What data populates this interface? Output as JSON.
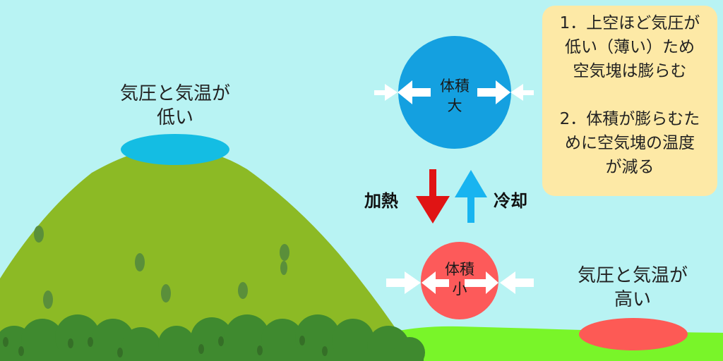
{
  "colors": {
    "sky": "#b8f3f3",
    "mountain": "#8cba25",
    "mountain_spots": "#5a8f3a",
    "bushes": "#3f8a2f",
    "ground": "#79f529",
    "low_pressure_ellipse": "#14bde3",
    "high_pressure_ellipse": "#fd5a55",
    "large_parcel": "#14a0e0",
    "small_parcel": "#fd5a5a",
    "heating_arrow": "#e01414",
    "cooling_arrow": "#18b4f0",
    "info_box": "#fde9a6"
  },
  "summit_label": "気圧と気温が\n低い",
  "ground_label": "気圧と気温が\n高い",
  "large_parcel": {
    "text": "体積\n大",
    "icon": "expand-arrows"
  },
  "small_parcel": {
    "text": "体積\n小",
    "icon": "compress-arrows"
  },
  "process": {
    "heating_label": "加熱",
    "cooling_label": "冷却",
    "heating_icon": "arrow-down",
    "cooling_icon": "arrow-up"
  },
  "info_box": {
    "items": [
      "1．上空ほど気圧が\n低い（薄い）ため\n空気塊は膨らむ",
      "2．体積が膨らむた\nめに空気塊の温度\nが減る"
    ]
  }
}
